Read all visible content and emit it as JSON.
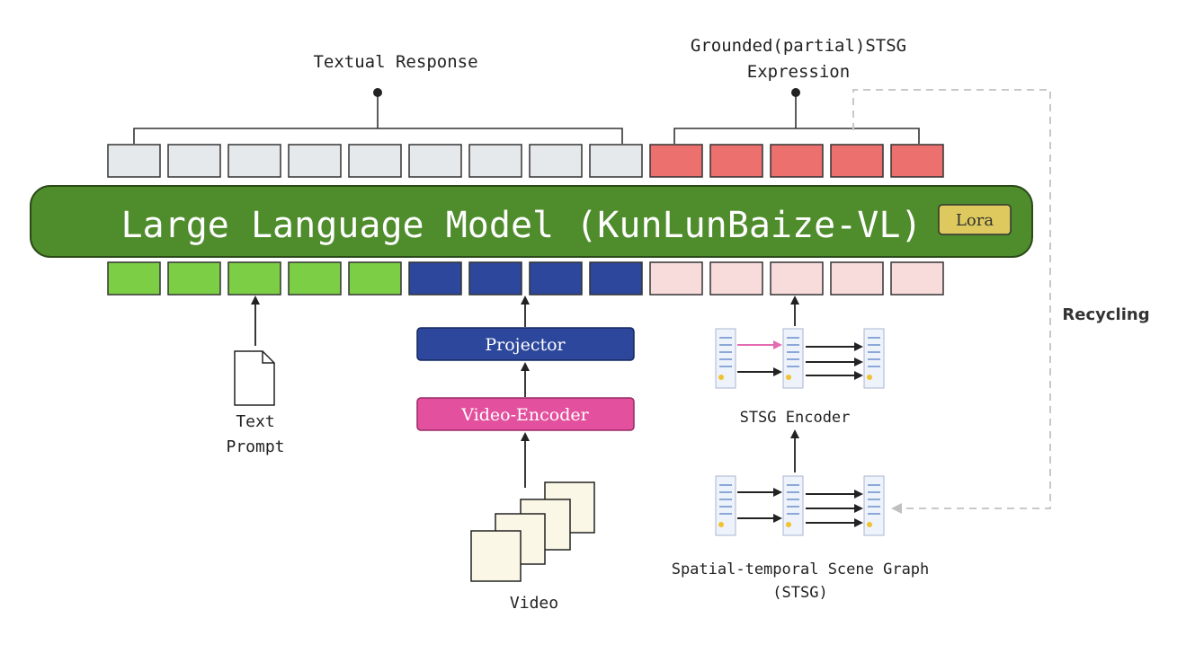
{
  "labels": {
    "textual_response": "Textual Response",
    "grounded_line1": "Grounded(partial)STSG",
    "grounded_line2": "Expression",
    "llm_title": "Large Language Model (KunLunBaize-VL)",
    "lora": "Lora",
    "recycling": "Recycling",
    "projector": "Projector",
    "video_encoder": "Video-Encoder",
    "text_prompt_line1": "Text",
    "text_prompt_line2": "Prompt",
    "video": "Video",
    "stsg_encoder": "STSG Encoder",
    "stsg_line1": "Spatial-temporal Scene Graph",
    "stsg_line2": "(STSG)"
  },
  "tokens": {
    "output": [
      "text",
      "text",
      "text",
      "text",
      "text",
      "text",
      "text",
      "text",
      "text",
      "stsg",
      "stsg",
      "stsg",
      "stsg",
      "stsg"
    ],
    "input": [
      "text",
      "text",
      "text",
      "text",
      "text",
      "video",
      "video",
      "video",
      "video",
      "stsg",
      "stsg",
      "stsg",
      "stsg",
      "stsg"
    ]
  },
  "colors": {
    "output_text_token": "#e6e9ec",
    "output_stsg_token": "#ec706d",
    "input_text_token": "#7ccf45",
    "input_video_token": "#2c479c",
    "input_stsg_token": "#f8dcdc",
    "llm_fill": "#4e8c2c",
    "lora_fill": "#ddc95d",
    "projector_fill": "#2c479c",
    "video_encoder_fill": "#e3509e",
    "video_frame_fill": "#fbf7e6",
    "recycle_line": "#c8c8c8",
    "arrow_pink": "#e36bb1"
  }
}
